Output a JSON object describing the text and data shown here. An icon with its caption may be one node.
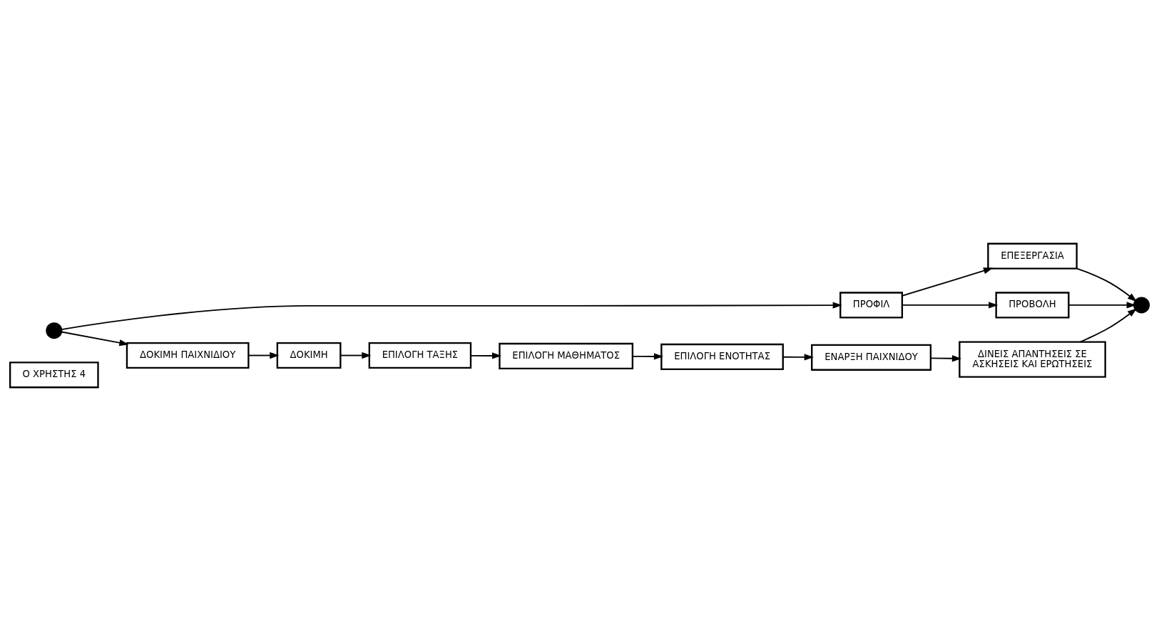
{
  "diagram": {
    "nodes": [
      {
        "text": [
          "Ο ΧΡΗΣΤΗΣ 4"
        ]
      },
      {
        "text": [],
        "shape": "circle"
      },
      {
        "text": [
          "ΠΡΟΦΙΛ"
        ]
      },
      {
        "text": [
          "ΕΠΕΞΕΡΓΑΣΙΑ"
        ]
      },
      {
        "text": [
          "ΠΡΟΒΟΛΗ"
        ]
      },
      {
        "text": [
          "ΔΟΚΙΜΗ ΠΑΙΧΝΙΔΙΟΥ"
        ]
      },
      {
        "text": [
          "ΔΟΚΙΜΗ"
        ]
      },
      {
        "text": [
          "ΕΠΙΛΟΓΗ ΤΑΞΗΣ"
        ]
      },
      {
        "text": [
          "ΕΠΙΛΟΓΗ ΜΑΘΗΜΑΤΟΣ"
        ]
      },
      {
        "text": [
          "ΕΠΙΛΟΓΗ ΕΝΟΤΗΤΑΣ"
        ]
      },
      {
        "text": [
          "ΕΝΑΡΞΗ ΠΑΙΧΝΙΔΟΥ"
        ]
      },
      {
        "text": [
          "ΔΙΝΕΙΣ ΑΠΑΝΤΗΣΕΙΣ ΣΕ ΑΣΚΗΣΕΙΣ ΚΑΙ ΕΡΩΤΗΣΕΙΣ"
        ]
      },
      {
        "text": [],
        "shape": "circle"
      }
    ],
    "edges": [
      {
        "from": 1,
        "to": 2,
        "arrow": "to"
      },
      {
        "from": 1,
        "to": 5,
        "arrow": "to"
      },
      {
        "from": 2,
        "to": 3,
        "arrow": "to"
      },
      {
        "from": 2,
        "to": 4,
        "arrow": "to"
      },
      {
        "from": 3,
        "to": 12,
        "arrow": "to"
      },
      {
        "from": 4,
        "to": 12,
        "arrow": "to"
      },
      {
        "from": 5,
        "to": 6,
        "arrow": "to"
      },
      {
        "from": 6,
        "to": 7,
        "arrow": "to"
      },
      {
        "from": 7,
        "to": 8,
        "arrow": "to"
      },
      {
        "from": 8,
        "to": 9,
        "arrow": "to"
      },
      {
        "from": 9,
        "to": 10,
        "arrow": "to"
      },
      {
        "from": 10,
        "to": 11,
        "arrow": "to"
      },
      {
        "from": 11,
        "to": 12,
        "arrow": "to"
      }
    ]
  }
}
